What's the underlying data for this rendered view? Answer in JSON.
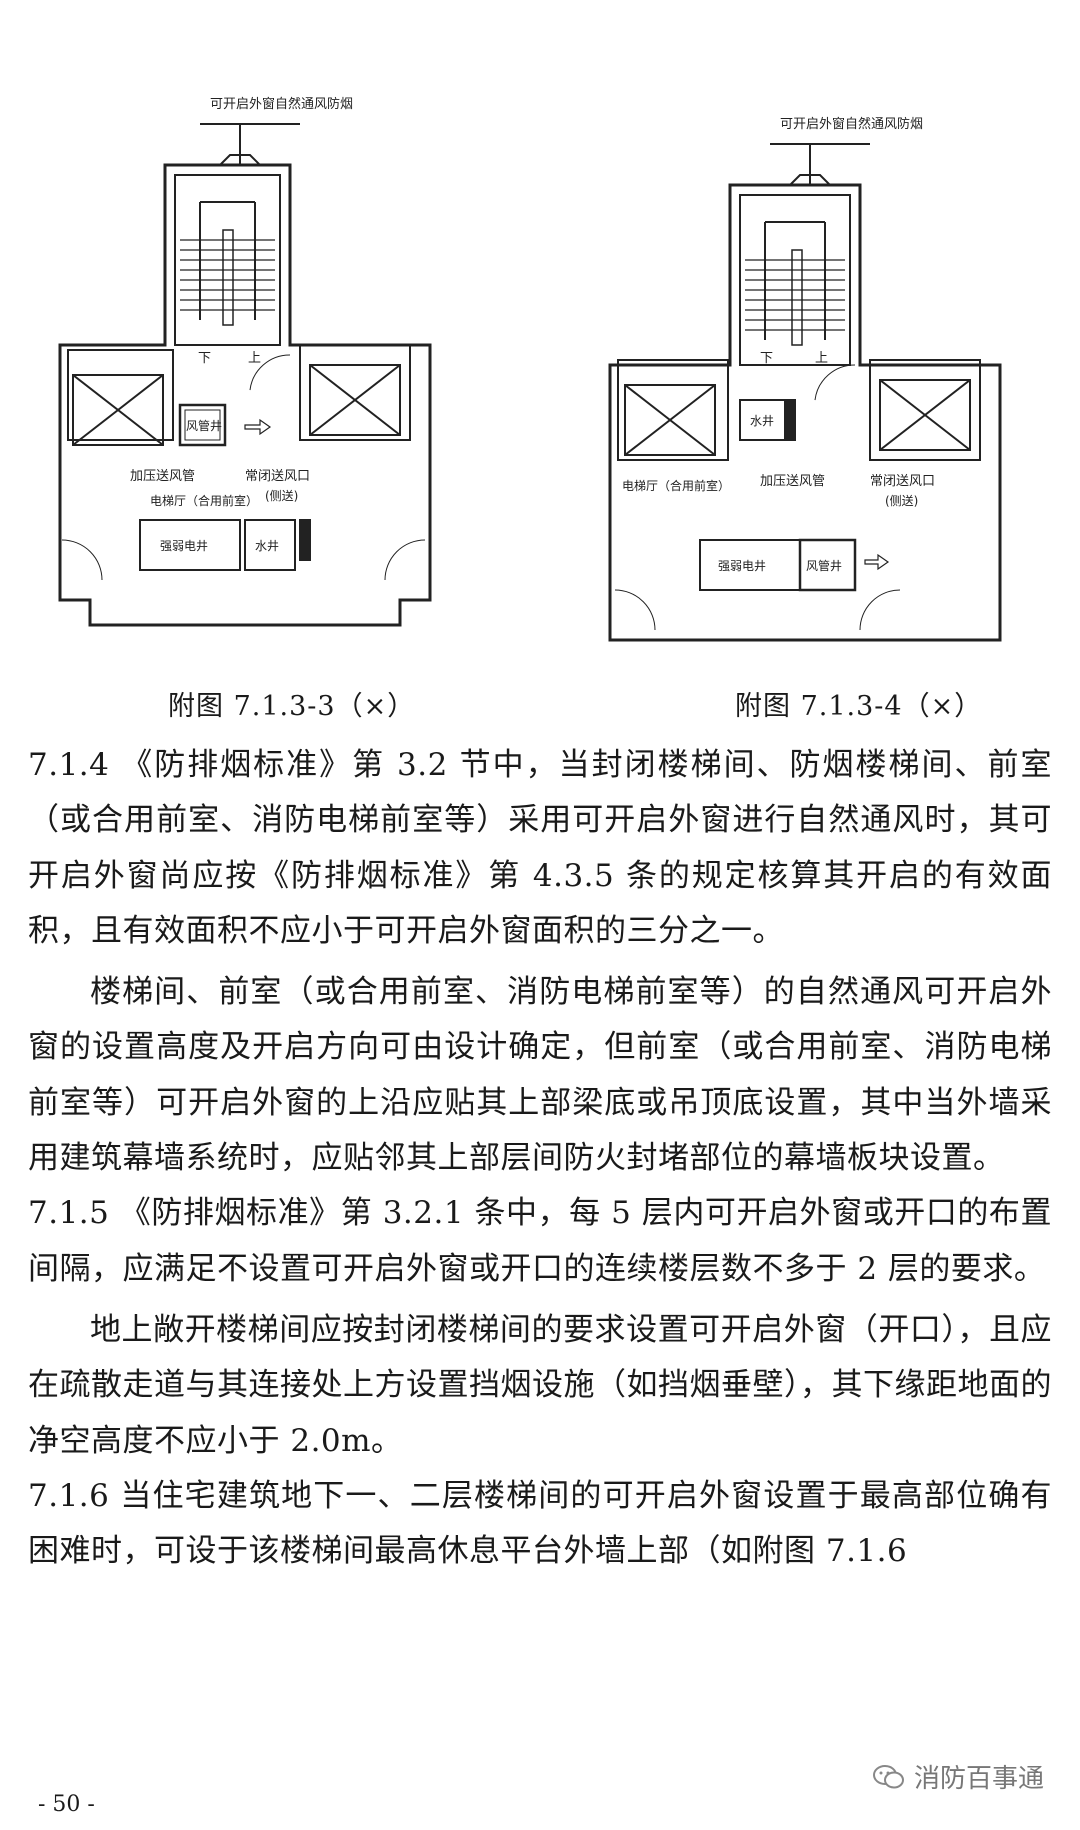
{
  "figure_left": {
    "top_label": "可开启外窗自然通风防烟",
    "stair_down": "下",
    "stair_up": "上",
    "duct_shaft": "风管井",
    "pressure_duct": "加压送风管",
    "vent": "常闭送风口",
    "vent_note": "(侧送)",
    "lobby": "电梯厅（合用前室）",
    "power_shaft": "强弱电井",
    "water_shaft": "水井",
    "caption": "附图 7.1.3-3（×）"
  },
  "figure_right": {
    "top_label": "可开启外窗自然通风防烟",
    "stair_down": "下",
    "stair_up": "上",
    "water_shaft": "水井",
    "lobby": "电梯厅（合用前室）",
    "pressure_duct": "加压送风管",
    "vent": "常闭送风口",
    "vent_note": "(侧送)",
    "power_shaft": "强弱电井",
    "duct_shaft": "风管井",
    "caption": "附图 7.1.3-4（×）"
  },
  "paragraphs": [
    "7.1.4 《防排烟标准》第 3.2 节中，当封闭楼梯间、防烟楼梯间、前室（或合用前室、消防电梯前室等）采用可开启外窗进行自然通风时，其可开启外窗尚应按《防排烟标准》第 4.3.5 条的规定核算其开启的有效面积，且有效面积不应小于可开启外窗面积的三分之一。",
    "楼梯间、前室（或合用前室、消防电梯前室等）的自然通风可开启外窗的设置高度及开启方向可由设计确定，但前室（或合用前室、消防电梯前室等）可开启外窗的上沿应贴其上部梁底或吊顶底设置，其中当外墙采用建筑幕墙系统时，应贴邻其上部层间防火封堵部位的幕墙板块设置。",
    "7.1.5 《防排烟标准》第 3.2.1 条中，每 5 层内可开启外窗或开口的布置间隔，应满足不设置可开启外窗或开口的连续楼层数不多于 2 层的要求。",
    "地上敞开楼梯间应按封闭楼梯间的要求设置可开启外窗（开口），且应在疏散走道与其连接处上方设置挡烟设施（如挡烟垂壁），其下缘距地面的净空高度不应小于 2.0m。",
    "7.1.6 当住宅建筑地下一、二层楼梯间的可开启外窗设置于最高部位确有困难时，可设于该楼梯间最高休息平台外墙上部（如附图 7.1.6"
  ],
  "page_number": "- 50 -",
  "watermark": "消防百事通"
}
